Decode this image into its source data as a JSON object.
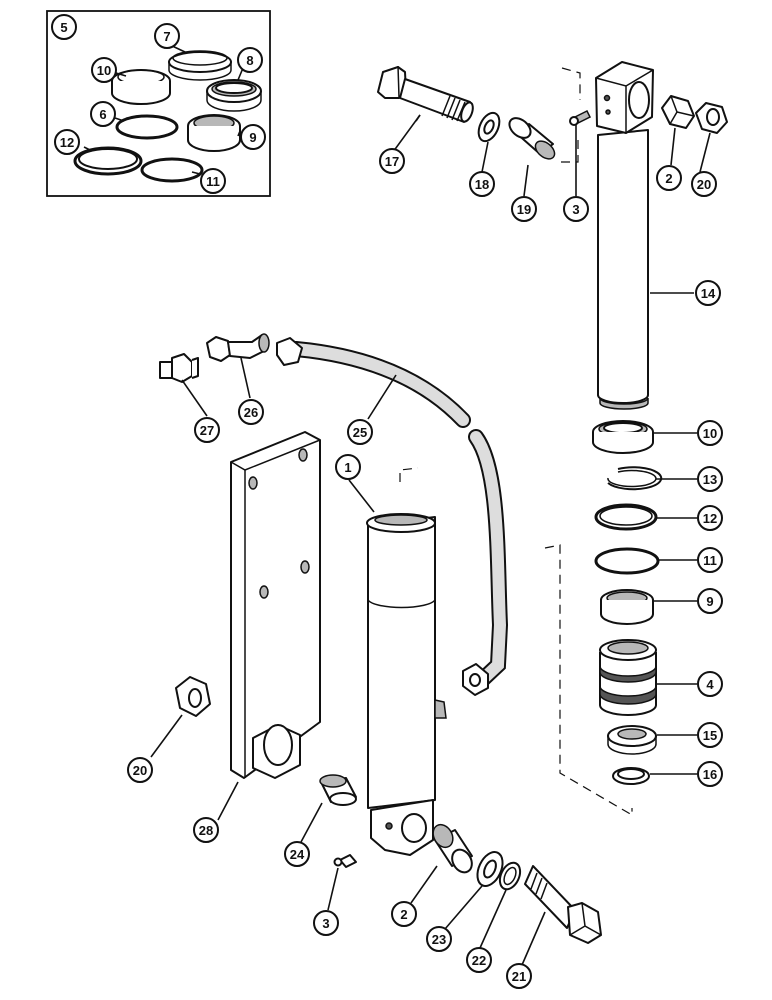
{
  "diagram": {
    "inset_label": "5",
    "callouts": [
      {
        "id": "c5",
        "label": "5"
      },
      {
        "id": "c7",
        "label": "7"
      },
      {
        "id": "c10a",
        "label": "10"
      },
      {
        "id": "c8",
        "label": "8"
      },
      {
        "id": "c6",
        "label": "6"
      },
      {
        "id": "c9a",
        "label": "9"
      },
      {
        "id": "c12a",
        "label": "12"
      },
      {
        "id": "c11a",
        "label": "11"
      },
      {
        "id": "c17",
        "label": "17"
      },
      {
        "id": "c18",
        "label": "18"
      },
      {
        "id": "c19",
        "label": "19"
      },
      {
        "id": "c3a",
        "label": "3"
      },
      {
        "id": "c2a",
        "label": "2"
      },
      {
        "id": "c20a",
        "label": "20"
      },
      {
        "id": "c14",
        "label": "14"
      },
      {
        "id": "c27",
        "label": "27"
      },
      {
        "id": "c26",
        "label": "26"
      },
      {
        "id": "c25",
        "label": "25"
      },
      {
        "id": "c1",
        "label": "1"
      },
      {
        "id": "c10b",
        "label": "10"
      },
      {
        "id": "c13",
        "label": "13"
      },
      {
        "id": "c12b",
        "label": "12"
      },
      {
        "id": "c11b",
        "label": "11"
      },
      {
        "id": "c9b",
        "label": "9"
      },
      {
        "id": "c4",
        "label": "4"
      },
      {
        "id": "c15",
        "label": "15"
      },
      {
        "id": "c16",
        "label": "16"
      },
      {
        "id": "c20b",
        "label": "20"
      },
      {
        "id": "c28",
        "label": "28"
      },
      {
        "id": "c24",
        "label": "24"
      },
      {
        "id": "c3b",
        "label": "3"
      },
      {
        "id": "c2b",
        "label": "2"
      },
      {
        "id": "c23",
        "label": "23"
      },
      {
        "id": "c22",
        "label": "22"
      },
      {
        "id": "c21",
        "label": "21"
      }
    ]
  }
}
